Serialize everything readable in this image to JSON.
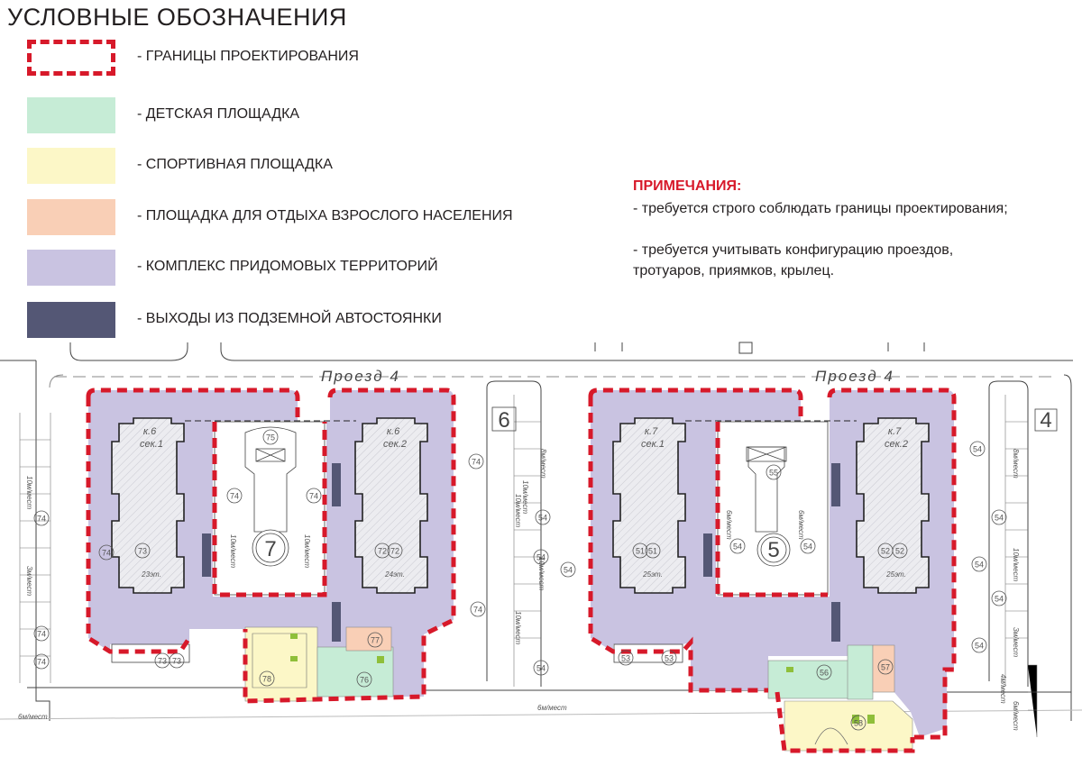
{
  "legend": {
    "title": "УСЛОВНЫЕ ОБОЗНАЧЕНИЯ",
    "items": [
      {
        "label": "- ГРАНИЦЫ ПРОЕКТИРОВАНИЯ",
        "type": "dashed",
        "color": "#d7192a"
      },
      {
        "label": "- ДЕТСКАЯ ПЛОЩАДКА",
        "type": "fill",
        "color": "#c6ecd6"
      },
      {
        "label": "- СПОРТИВНАЯ ПЛОЩАДКА",
        "type": "fill",
        "color": "#fcf7c7"
      },
      {
        "label": "- ПЛОЩАДКА ДЛЯ ОТДЫХА ВЗРОСЛОГО НАСЕЛЕНИЯ",
        "type": "fill",
        "color": "#f9cfb6"
      },
      {
        "label": "- КОМПЛЕКС ПРИДОМОВЫХ ТЕРРИТОРИЙ",
        "type": "fill",
        "color": "#c9c3e1"
      },
      {
        "label": "- ВЫХОДЫ ИЗ ПОДЗЕМНОЙ АВТОСТОЯНКИ",
        "type": "fill",
        "color": "#545775"
      }
    ]
  },
  "notes": {
    "heading": "ПРИМЕЧАНИЯ:",
    "lines": [
      "-  требуется строго соблюдать границы проектирования;",
      "",
      "- требуется учитывать конфигурацию проездов,",
      "тротуаров, приямков, крылец."
    ]
  },
  "plan": {
    "road_labels": [
      "Проезд  4",
      "Проезд  4"
    ],
    "buildings": [
      {
        "name": "к.6",
        "section": "сек.1",
        "floors": "23эт."
      },
      {
        "name": "к.6",
        "section": "сек.2",
        "floors": "24эт."
      },
      {
        "name": "к.7",
        "section": "сек.1",
        "floors": "25эт."
      },
      {
        "name": "к.7",
        "section": "сек.2",
        "floors": "25эт."
      }
    ],
    "parking_labels": [
      "10м/мест",
      "Зм/мест",
      "10м/мест",
      "6м/мест",
      "6м/мест",
      "8м/мест",
      "10м/мест",
      "10м/мест",
      "10м/мест",
      "6м/мест",
      "6м/мест",
      "10м/мест",
      "10м/мест",
      "8м/мест",
      "10м/мест",
      "Зм/мест",
      "4м/мест",
      "6м/мест"
    ],
    "circle_labels": [
      "74",
      "74",
      "74",
      "74",
      "73",
      "73",
      "73",
      "75",
      "74",
      "74",
      "72",
      "72",
      "78",
      "76",
      "77",
      "74",
      "74",
      "54",
      "54",
      "54",
      "54",
      "51",
      "51",
      "53",
      "53",
      "55",
      "54",
      "54",
      "52",
      "52",
      "56",
      "57",
      "58",
      "54",
      "54",
      "54",
      "54",
      "54"
    ],
    "big_numbers": [
      "7",
      "6",
      "5",
      "4"
    ],
    "colors": {
      "boundary": "#d7192a",
      "yard": "#c9c3e1",
      "children": "#c6ecd6",
      "sport": "#fcf7c7",
      "adult": "#f9cfb6",
      "exit": "#545775",
      "building": "#e9e9ee",
      "line": "#444444"
    }
  }
}
